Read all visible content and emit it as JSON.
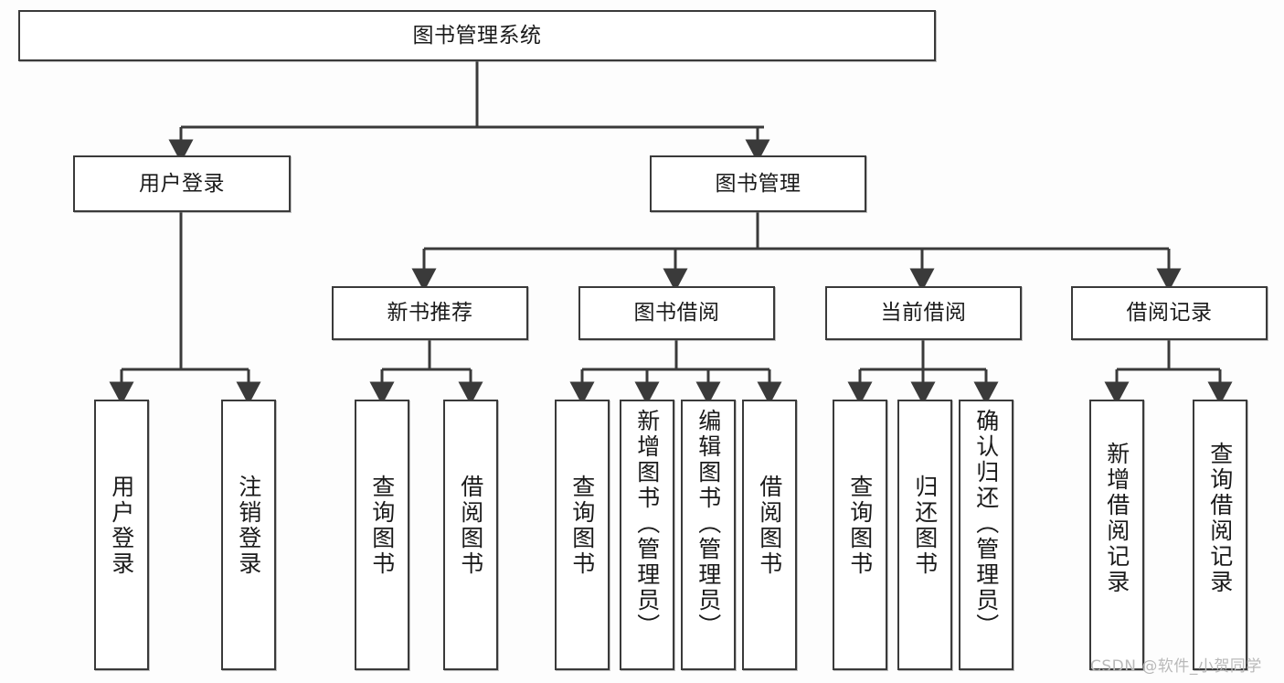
{
  "diagram": {
    "title": "图书管理系统",
    "type": "tree-hierarchy-chart",
    "root": {
      "id": "root",
      "label": "图书管理系统"
    },
    "level2": [
      {
        "id": "user-login",
        "label": "用户登录"
      },
      {
        "id": "book-management",
        "label": "图书管理"
      }
    ],
    "level3": [
      {
        "id": "new-book-recommend",
        "label": "新书推荐"
      },
      {
        "id": "book-borrow",
        "label": "图书借阅"
      },
      {
        "id": "current-borrow",
        "label": "当前借阅"
      },
      {
        "id": "borrow-record",
        "label": "借阅记录"
      }
    ],
    "leaves": {
      "user_login": [
        {
          "id": "leaf-user-login",
          "label": "用户登录"
        },
        {
          "id": "leaf-user-logout",
          "label": "注销登录"
        }
      ],
      "new_book_recommend": [
        {
          "id": "leaf-query-book-1",
          "label": "查询图书"
        },
        {
          "id": "leaf-borrow-book-1",
          "label": "借阅图书"
        }
      ],
      "book_borrow": [
        {
          "id": "leaf-query-book-2",
          "label": "查询图书"
        },
        {
          "id": "leaf-add-book",
          "label": "新增图书（管理员）"
        },
        {
          "id": "leaf-edit-book",
          "label": "编辑图书（管理员）"
        },
        {
          "id": "leaf-borrow-book-2",
          "label": "借阅图书"
        }
      ],
      "current_borrow": [
        {
          "id": "leaf-query-book-3",
          "label": "查询图书"
        },
        {
          "id": "leaf-return-book",
          "label": "归还图书"
        },
        {
          "id": "leaf-confirm-return",
          "label": "确认归还（管理员）"
        }
      ],
      "borrow_record": [
        {
          "id": "leaf-add-record",
          "label": "新增借阅记录"
        },
        {
          "id": "leaf-query-record",
          "label": "查询借阅记录"
        }
      ]
    },
    "watermark": "CSDN @软件_小贺同学",
    "colors": {
      "stroke": "#3a3a3a",
      "fill": "#ffffff",
      "text": "#1a1a1a",
      "watermark": "#b9b9b9",
      "background": "#fdfdfd"
    }
  }
}
